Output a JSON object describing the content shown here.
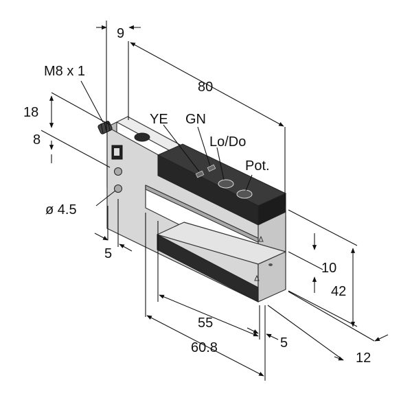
{
  "labels": {
    "thread": "M8 x 1",
    "connector_offset": "9",
    "total_length": "80",
    "led_yellow": "YE",
    "led_green": "GN",
    "switch_mode": "Lo/Do",
    "potentiometer": "Pot.",
    "height_18": "18",
    "height_8": "8",
    "hole_diameter": "ø 4.5",
    "hole_offset": "5",
    "slot_width": "10",
    "total_height": "42",
    "slot_length": "55",
    "body_length": "60.8",
    "tip_offset": "5",
    "depth": "12"
  },
  "colors": {
    "line": "#111111",
    "body_front": "#d9d9d9",
    "body_top": "#ececec",
    "body_side": "#c4c4c4",
    "dark_panel": "#2b2b2b",
    "dark_panel_top": "#3c3c3c"
  }
}
